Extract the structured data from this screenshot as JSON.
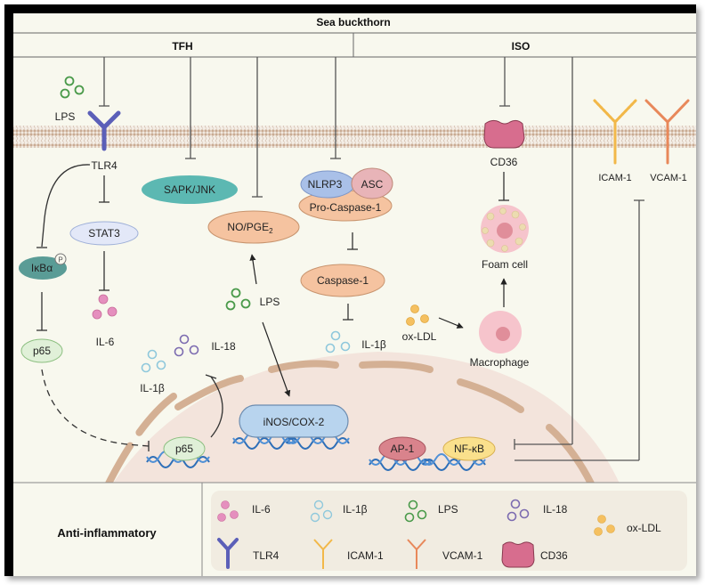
{
  "header": {
    "title": "Sea buckthorn",
    "left_group": "TFH",
    "right_group": "ISO"
  },
  "nodes": {
    "lps_top": "LPS",
    "tlr4": "TLR4",
    "stat3": "STAT3",
    "ikba": "IκBα",
    "phospho": "P",
    "p65_cyto": "p65",
    "il6": "IL-6",
    "sapk_jnk": "SAPK/JNK",
    "no_pge2_main": "NO/PGE",
    "no_pge2_sub": "2",
    "lps_mid": "LPS",
    "il18": "IL-18",
    "il1b_left": "IL-1β",
    "nlrp3": "NLRP3",
    "asc": "ASC",
    "pro_caspase1": "Pro-Caspase-1",
    "caspase1": "Caspase-1",
    "il1b_mid": "IL-1β",
    "cd36": "CD36",
    "foam_cell": "Foam cell",
    "ox_ldl": "ox-LDL",
    "macrophage": "Macrophage",
    "icam1": "ICAM-1",
    "vcam1": "VCAM-1",
    "inos_cox2": "iNOS/COX-2",
    "p65_nuc": "p65",
    "ap1": "AP-1",
    "nfkb": "NF-κB"
  },
  "footer": {
    "label": "Anti-inflammatory",
    "legend": [
      {
        "name": "IL-6",
        "icon": "pink-dots-icon"
      },
      {
        "name": "IL-1β",
        "icon": "blue-circles-icon"
      },
      {
        "name": "LPS",
        "icon": "green-circles-icon"
      },
      {
        "name": "IL-18",
        "icon": "purple-circles-icon"
      },
      {
        "name": "ox-LDL",
        "icon": "yellow-dots-icon"
      },
      {
        "name": "TLR4",
        "icon": "tlr4-receptor-icon"
      },
      {
        "name": "ICAM-1",
        "icon": "icam1-receptor-icon"
      },
      {
        "name": "VCAM-1",
        "icon": "vcam1-receptor-icon"
      },
      {
        "name": "CD36",
        "icon": "cd36-receptor-icon"
      }
    ]
  },
  "colors": {
    "background": "#f8f8ee",
    "membrane": "#c8a990",
    "nucleus_fill": "#f3e4dc",
    "nucleus_envelope": "#d4b094",
    "teal": "#5cb8b2",
    "peach": "#f5c3a0",
    "lavender_blue": "#a9c0e8",
    "pink": "#d76d8e",
    "tlr4": "#5b5fb8",
    "icam1": "#f2b849",
    "vcam1": "#e8885a",
    "green": "#4a9a4a",
    "light_blue": "#8fc8dc",
    "purple": "#7c6bb0",
    "yellow": "#f5c060"
  }
}
